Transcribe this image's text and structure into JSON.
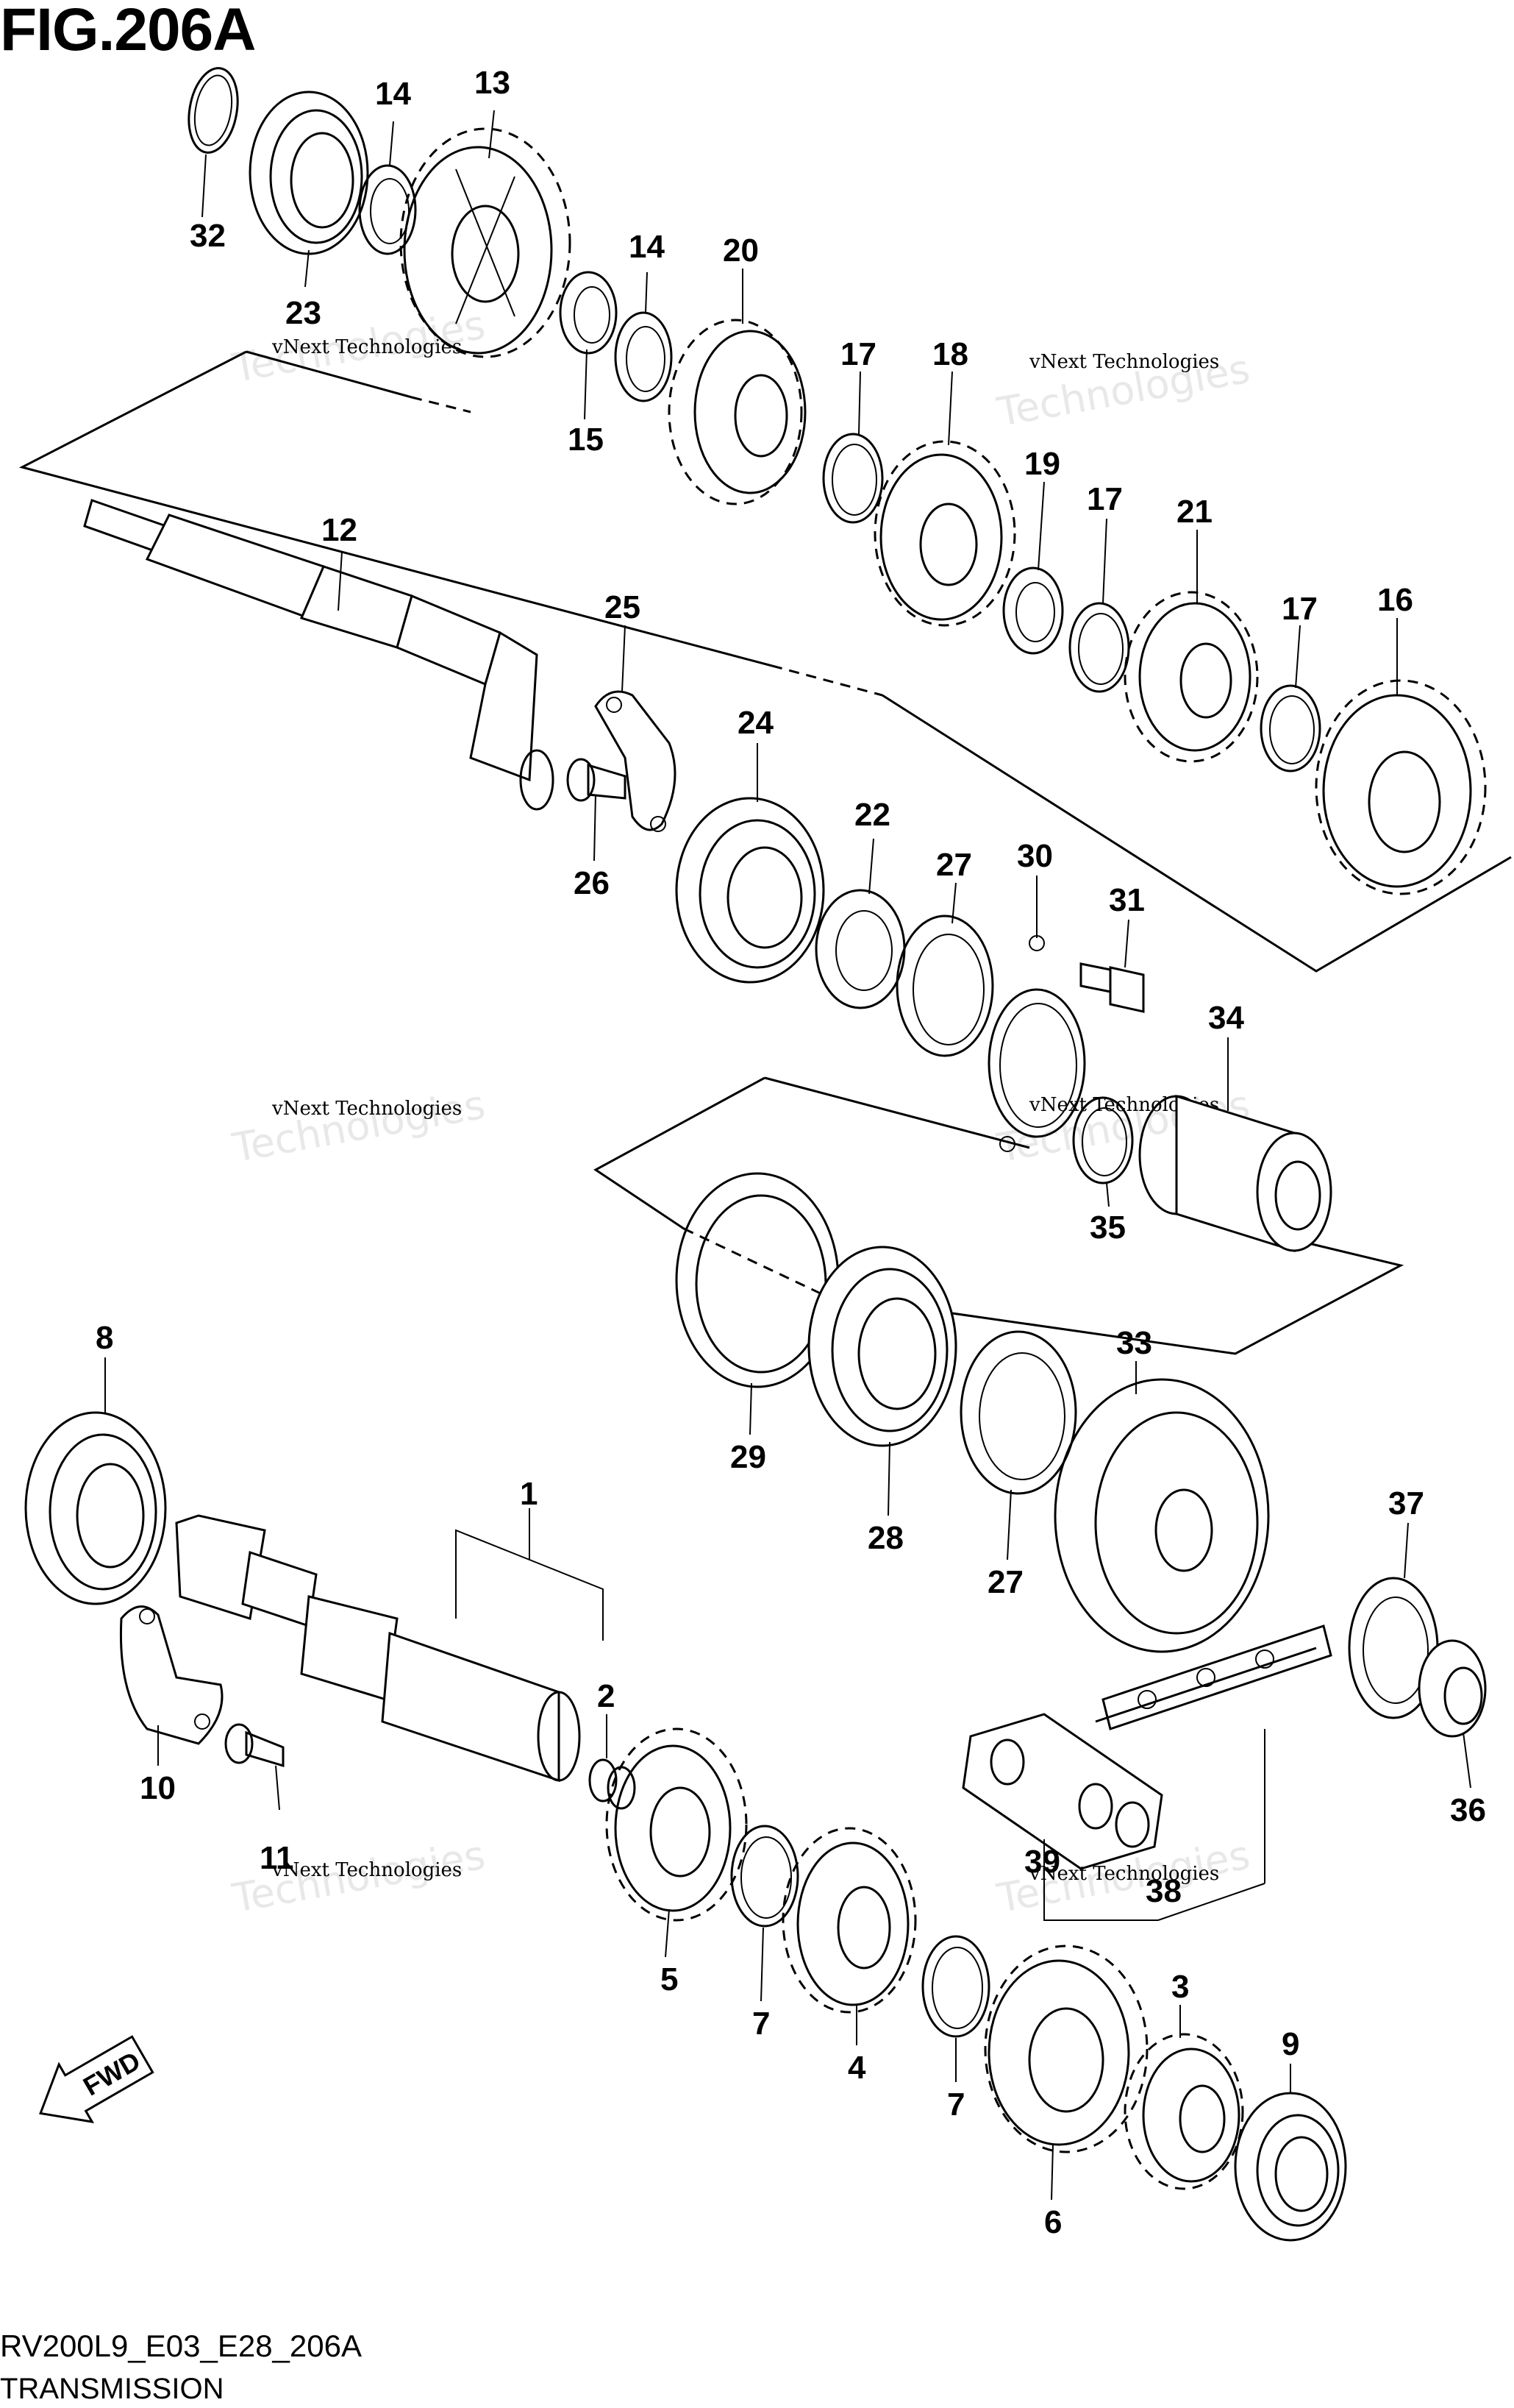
{
  "figure": {
    "title": "FIG.206A",
    "code": "RV200L9_E03_E28_206A",
    "name": "TRANSMISSION"
  },
  "direction_label": "FWD",
  "watermark": {
    "line1": "vNext Technologies",
    "line2": "vNext",
    "line3": "Technologies"
  },
  "callouts": [
    {
      "id": "c-32",
      "text": "32"
    },
    {
      "id": "c-14a",
      "text": "14"
    },
    {
      "id": "c-13",
      "text": "13"
    },
    {
      "id": "c-23",
      "text": "23"
    },
    {
      "id": "c-14b",
      "text": "14"
    },
    {
      "id": "c-20",
      "text": "20"
    },
    {
      "id": "c-15",
      "text": "15"
    },
    {
      "id": "c-17a",
      "text": "17"
    },
    {
      "id": "c-18",
      "text": "18"
    },
    {
      "id": "c-19",
      "text": "19"
    },
    {
      "id": "c-17b",
      "text": "17"
    },
    {
      "id": "c-21",
      "text": "21"
    },
    {
      "id": "c-17c",
      "text": "17"
    },
    {
      "id": "c-16",
      "text": "16"
    },
    {
      "id": "c-12",
      "text": "12"
    },
    {
      "id": "c-25",
      "text": "25"
    },
    {
      "id": "c-24",
      "text": "24"
    },
    {
      "id": "c-26",
      "text": "26"
    },
    {
      "id": "c-22",
      "text": "22"
    },
    {
      "id": "c-27a",
      "text": "27"
    },
    {
      "id": "c-30",
      "text": "30"
    },
    {
      "id": "c-31",
      "text": "31"
    },
    {
      "id": "c-34",
      "text": "34"
    },
    {
      "id": "c-35",
      "text": "35"
    },
    {
      "id": "c-8",
      "text": "8"
    },
    {
      "id": "c-29",
      "text": "29"
    },
    {
      "id": "c-28",
      "text": "28"
    },
    {
      "id": "c-27b",
      "text": "27"
    },
    {
      "id": "c-33",
      "text": "33"
    },
    {
      "id": "c-37",
      "text": "37"
    },
    {
      "id": "c-1",
      "text": "1"
    },
    {
      "id": "c-2",
      "text": "2"
    },
    {
      "id": "c-36",
      "text": "36"
    },
    {
      "id": "c-10",
      "text": "10"
    },
    {
      "id": "c-11",
      "text": "11"
    },
    {
      "id": "c-39",
      "text": "39"
    },
    {
      "id": "c-38",
      "text": "38"
    },
    {
      "id": "c-5",
      "text": "5"
    },
    {
      "id": "c-7a",
      "text": "7"
    },
    {
      "id": "c-4",
      "text": "4"
    },
    {
      "id": "c-3",
      "text": "3"
    },
    {
      "id": "c-7b",
      "text": "7"
    },
    {
      "id": "c-9",
      "text": "9"
    },
    {
      "id": "c-6",
      "text": "6"
    }
  ]
}
